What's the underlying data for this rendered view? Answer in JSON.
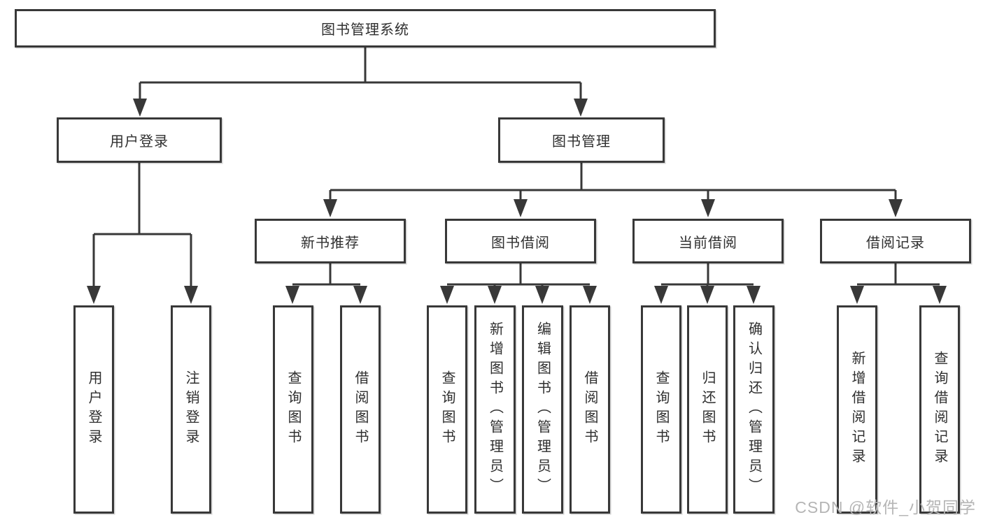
{
  "diagram": {
    "root": {
      "label": "图书管理系统"
    },
    "user_login": {
      "label": "用户登录",
      "children": [
        {
          "label": "用户登录"
        },
        {
          "label": "注销登录"
        }
      ]
    },
    "book_management": {
      "label": "图书管理",
      "groups": [
        {
          "label": "新书推荐",
          "children": [
            {
              "label": "查询图书"
            },
            {
              "label": "借阅图书"
            }
          ]
        },
        {
          "label": "图书借阅",
          "children": [
            {
              "label": "查询图书"
            },
            {
              "label": "新增图书（管理员）"
            },
            {
              "label": "编辑图书（管理员）"
            },
            {
              "label": "借阅图书"
            }
          ]
        },
        {
          "label": "当前借阅",
          "children": [
            {
              "label": "查询图书"
            },
            {
              "label": "归还图书"
            },
            {
              "label": "确认归还（管理员）"
            }
          ]
        },
        {
          "label": "借阅记录",
          "children": [
            {
              "label": "新增借阅记录"
            },
            {
              "label": "查询借阅记录"
            }
          ]
        }
      ]
    },
    "watermark": "CSDN @软件_小贺同学",
    "colors": {
      "line": "#383838",
      "text": "#2f2f2f",
      "box_background": "#ffffff",
      "watermark": "#b5b5b5"
    }
  }
}
